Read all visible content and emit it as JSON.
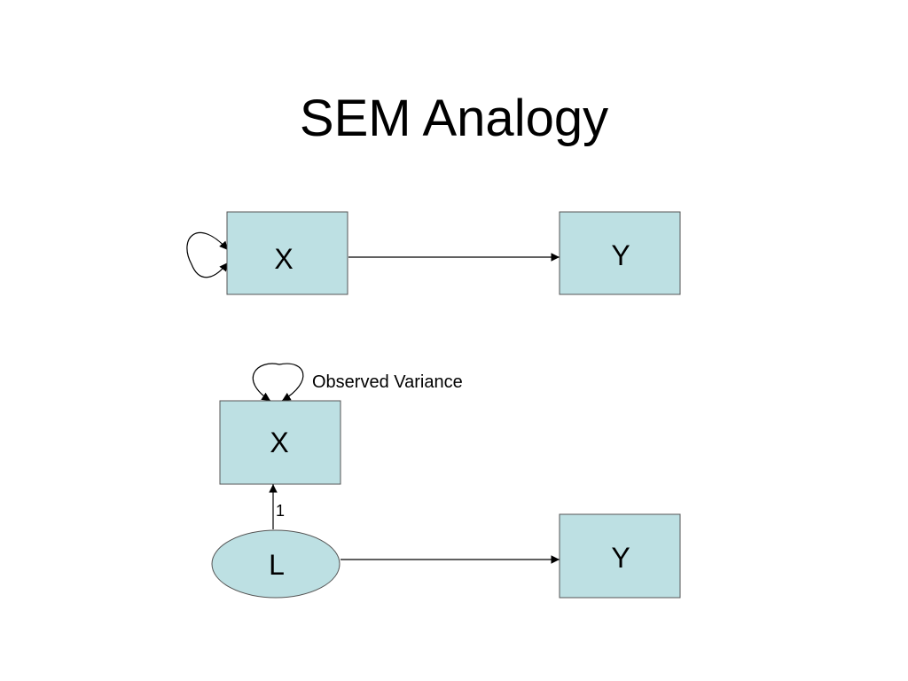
{
  "title": "SEM Analogy",
  "colors": {
    "node_fill": "#bde0e3",
    "node_stroke": "#555555",
    "edge": "#000000"
  },
  "top_model": {
    "node_x": "X",
    "node_y": "Y"
  },
  "bottom_model": {
    "node_x": "X",
    "node_l": "L",
    "node_y": "Y",
    "variance_label": "Observed Variance",
    "loading_label": "1"
  }
}
